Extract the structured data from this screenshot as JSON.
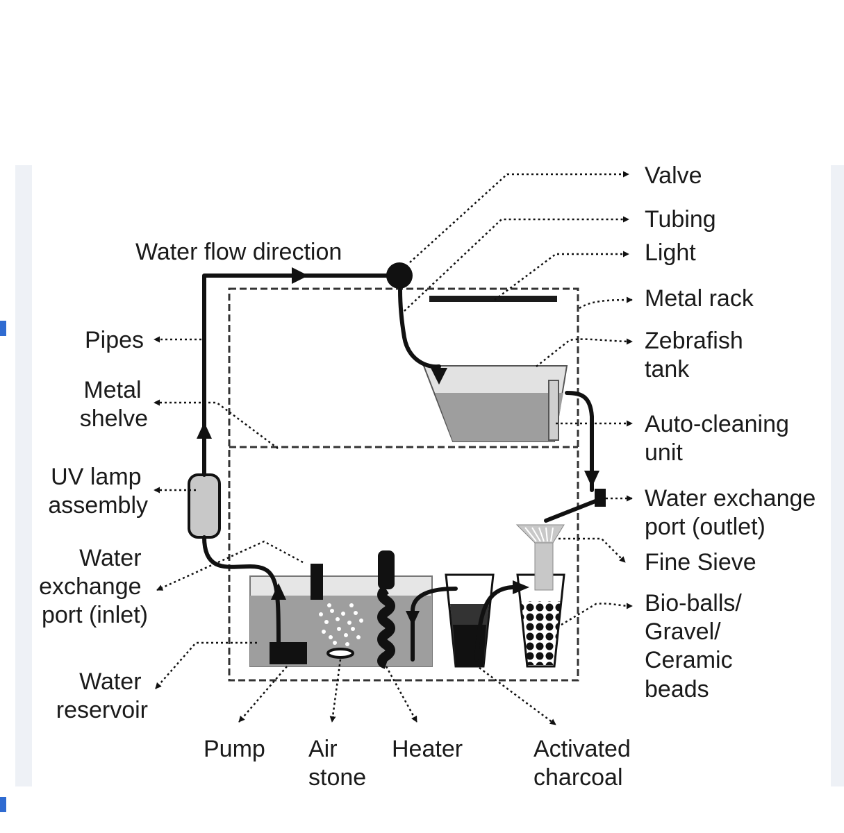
{
  "labels": {
    "water_flow_direction": "Water flow direction",
    "pipes": "Pipes",
    "metal_shelve": [
      "Metal",
      "shelve"
    ],
    "uv_lamp": [
      "UV lamp",
      "assembly"
    ],
    "water_exchange_inlet": [
      "Water",
      "exchange",
      "port (inlet)"
    ],
    "water_reservoir": [
      "Water",
      "reservoir"
    ],
    "pump": "Pump",
    "air_stone": [
      "Air",
      "stone"
    ],
    "heater": "Heater",
    "activated_charcoal": [
      "Activated",
      "charcoal"
    ],
    "valve": "Valve",
    "tubing": "Tubing",
    "light": "Light",
    "metal_rack": "Metal rack",
    "zebrafish_tank": [
      "Zebrafish",
      "tank"
    ],
    "auto_cleaning": [
      "Auto-cleaning",
      "unit"
    ],
    "water_exchange_outlet": [
      "Water exchange",
      "port (outlet)"
    ],
    "fine_sieve": "Fine Sieve",
    "bio_balls": [
      "Bio-balls/",
      "Gravel/",
      "Ceramic",
      "beads"
    ]
  }
}
